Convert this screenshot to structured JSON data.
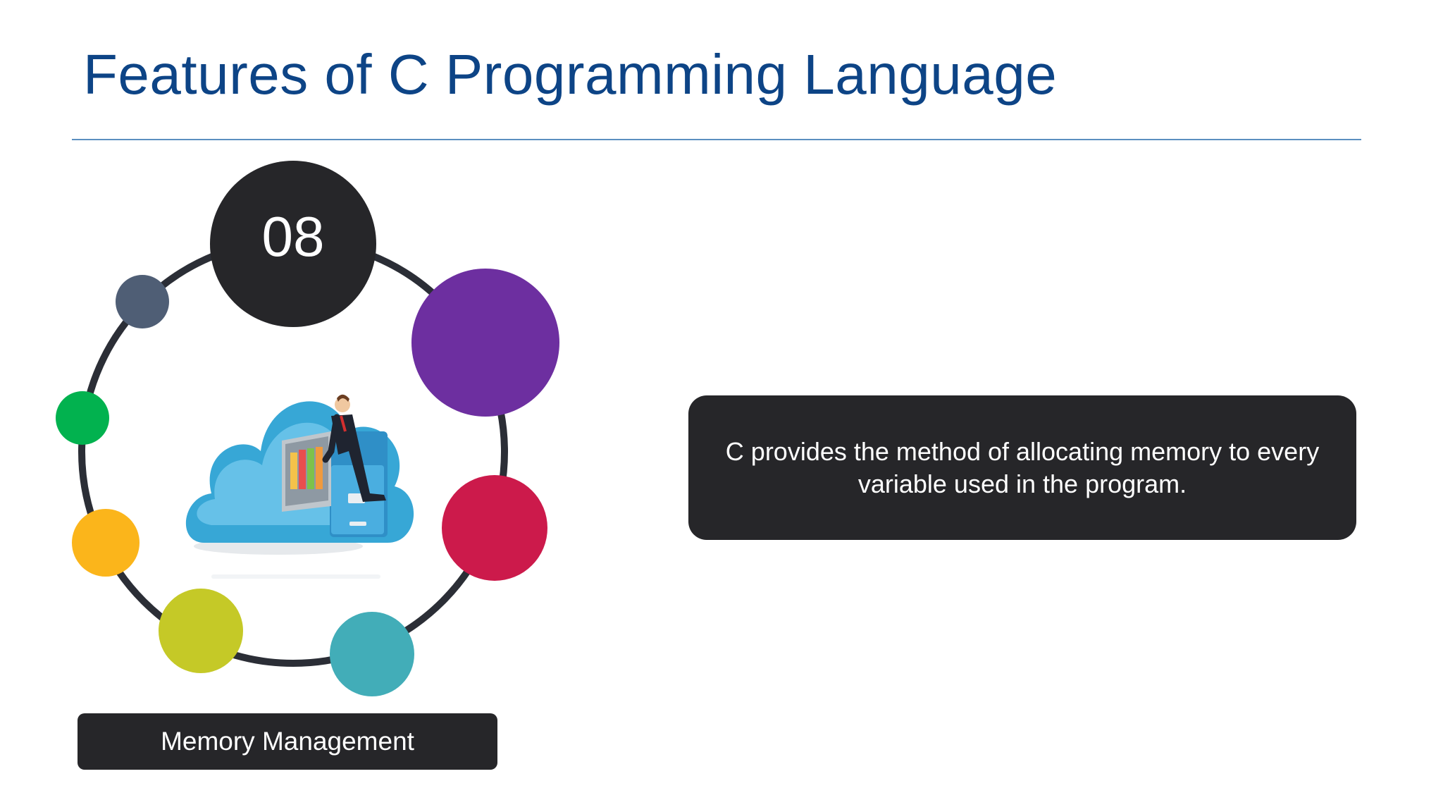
{
  "slide": {
    "title": "Features of C Programming Language",
    "feature_number": "08",
    "feature_name": "Memory Management",
    "description": "C provides the method of allocating memory to every variable used in the program."
  },
  "palette": {
    "title_color": "#0d4486",
    "rule_color": "#5b8fc0",
    "dark_box": "#262629",
    "ring_color": "#2b2e36",
    "purple_circle": "#6d2fa0",
    "crimson_circle": "#cc1a4b",
    "teal_circle": "#42adb8",
    "lime_circle": "#c5c927",
    "orange_circle": "#fbb51b",
    "green_circle": "#02b24f",
    "slate_circle": "#4f5e75"
  },
  "illustration": {
    "icon": "cloud-file-cabinet-illustration"
  }
}
